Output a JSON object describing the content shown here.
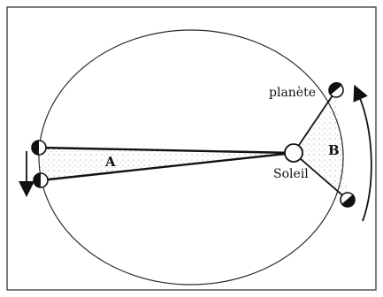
{
  "diagram": {
    "labels": {
      "planet": "planète",
      "sun": "Soleil",
      "area_a": "A",
      "area_b": "B"
    }
  }
}
